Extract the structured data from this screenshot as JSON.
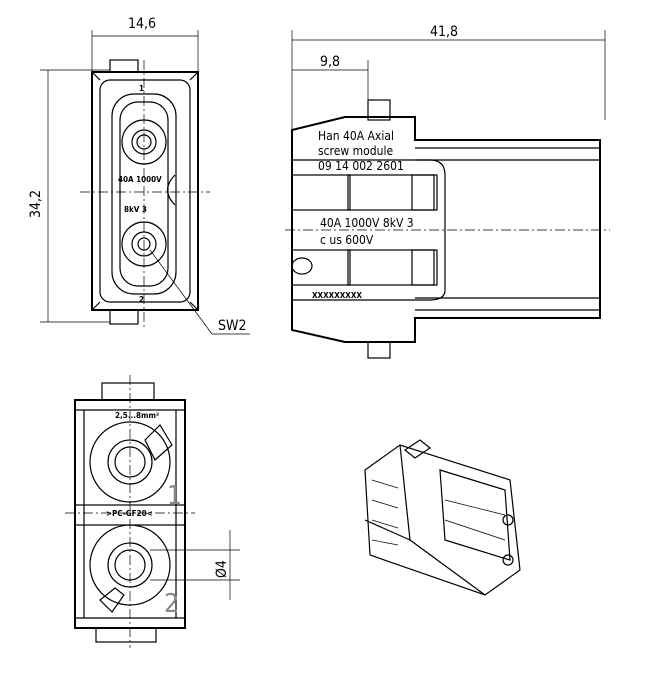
{
  "front_view": {
    "width_dim": "14,6",
    "height_dim": "34,2",
    "wrench_label": "SW2",
    "contact_1": "1",
    "contact_2": "2",
    "rating_line1": "40A 1000V",
    "rating_line2": "8kV 3"
  },
  "side_view": {
    "length_dim": "41,8",
    "offset_dim": "9,8",
    "label_lines": [
      "Han 40A Axial",
      "screw module",
      "09 14 002 2601"
    ],
    "rating": "40A 1000V 8kV 3",
    "cert": "c  us 600V",
    "serial": "XXXXXXXXX"
  },
  "bottom_view": {
    "wire_range": "2,5...8mm²",
    "material": ">PC-GF20<",
    "diameter_dim": "Ø4",
    "contact_1": "1",
    "contact_2": "2"
  }
}
